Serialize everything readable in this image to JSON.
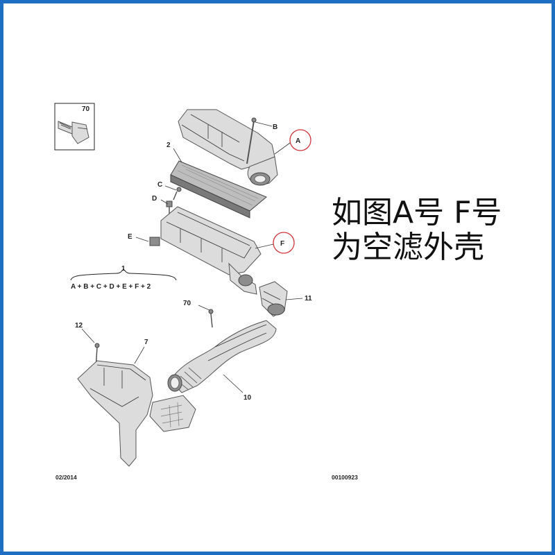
{
  "theme": {
    "border_color": "#1f6fc2",
    "highlight_color": "#d0343a"
  },
  "inset_label": "70",
  "labels": {
    "A": "A",
    "B": "B",
    "C": "C",
    "D": "D",
    "E": "E",
    "F": "F",
    "n2": "2",
    "n1": "1",
    "n70": "70",
    "n11": "11",
    "n12": "12",
    "n7": "7",
    "n10": "10"
  },
  "assembly_formula": "A + B + C + D + E + F + 2",
  "caption": {
    "line1": "如图A号 F号",
    "line2": "为空滤外壳"
  },
  "footer": {
    "date": "02/2014",
    "ref": "00100923"
  }
}
